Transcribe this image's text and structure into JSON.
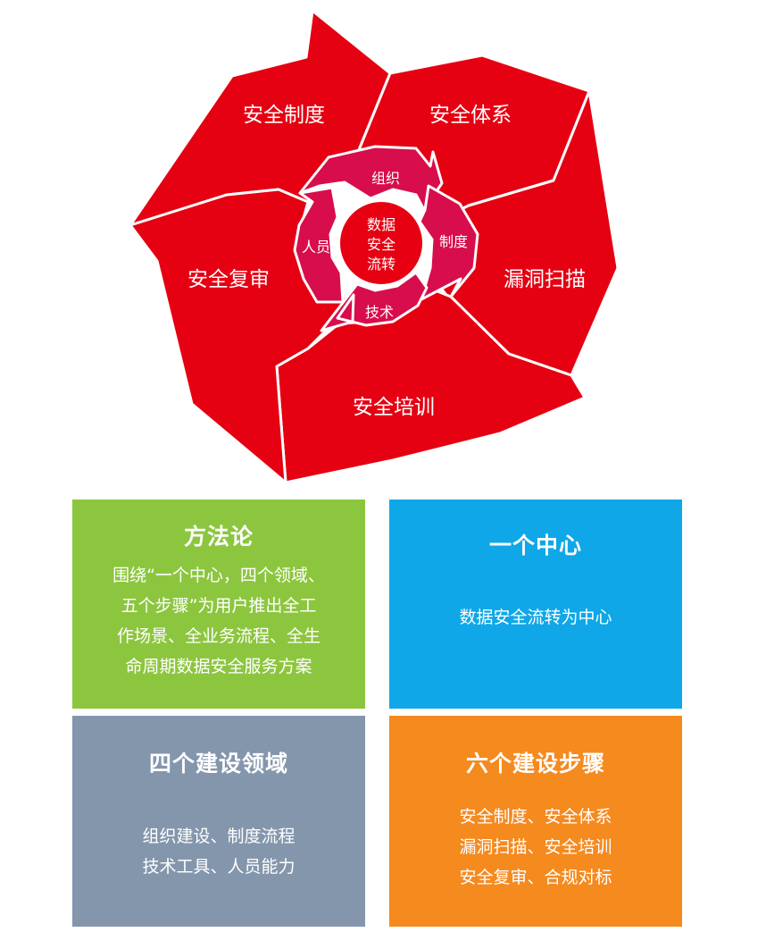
{
  "diagram": {
    "colors": {
      "outer_ring": "#e50012",
      "inner_ring": "#d80d4b",
      "hub": "#e60012",
      "text": "#ffffff"
    },
    "outer_steps": [
      {
        "id": "s1",
        "label": "安全制度"
      },
      {
        "id": "s2",
        "label": "安全体系"
      },
      {
        "id": "s3",
        "label": "漏洞扫描"
      },
      {
        "id": "s4",
        "label": "安全培训"
      },
      {
        "id": "s5",
        "label": "安全复审"
      }
    ],
    "inner_domains": [
      {
        "id": "d1",
        "label": "组织"
      },
      {
        "id": "d2",
        "label": "制度"
      },
      {
        "id": "d3",
        "label": "技术"
      },
      {
        "id": "d4",
        "label": "人员"
      }
    ],
    "hub_lines": [
      "数据",
      "安全",
      "流转"
    ]
  },
  "panels": {
    "methodology": {
      "title": "方法论",
      "color": "#8cc63f",
      "lines": [
        "围绕“一个中心，四个领域、",
        "五个步骤”为用户推出全工",
        "作场景、全业务流程、全生",
        "命周期数据安全服务方案"
      ]
    },
    "one_center": {
      "title": "一个中心",
      "color": "#0fa7e8",
      "lines": [
        "数据安全流转为中心"
      ]
    },
    "four_domains": {
      "title": "四个建设领域",
      "color": "#8496ac",
      "lines": [
        "组织建设、制度流程",
        "技术工具、人员能力"
      ]
    },
    "six_steps": {
      "title": "六个建设步骤",
      "color": "#f58a1f",
      "lines": [
        "安全制度、安全体系",
        "漏洞扫描、安全培训",
        "安全复审、合规对标"
      ]
    }
  }
}
